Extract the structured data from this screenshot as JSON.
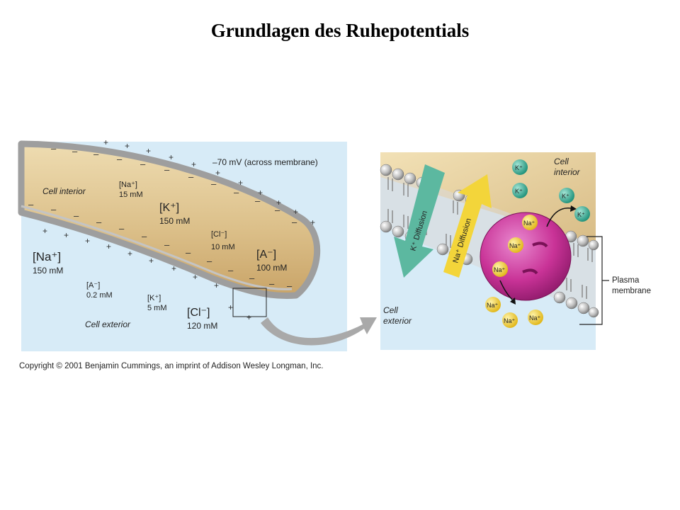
{
  "title": "Grundlagen des Ruhepotentials",
  "left_panel": {
    "membrane_potential": "–70 mV (across membrane)",
    "cell_interior": "Cell interior",
    "cell_exterior": "Cell exterior",
    "inside": {
      "na": {
        "ion": "[Na⁺]",
        "conc": "15 mM"
      },
      "k": {
        "ion": "[K⁺]",
        "conc": "150 mM"
      },
      "cl": {
        "ion": "[Cl⁻]",
        "conc": "10 mM"
      },
      "a": {
        "ion": "[A⁻]",
        "conc": "100 mM"
      }
    },
    "outside": {
      "na": {
        "ion": "[Na⁺]",
        "conc": "150 mM"
      },
      "a": {
        "ion": "[A⁻]",
        "conc": "0.2 mM"
      },
      "k": {
        "ion": "[K⁺]",
        "conc": "5 mM"
      },
      "cl": {
        "ion": "[Cl⁻]",
        "conc": "120 mM"
      }
    }
  },
  "right_panel": {
    "cell_interior_line1": "Cell",
    "cell_interior_line2": "interior",
    "cell_exterior_line1": "Cell",
    "cell_exterior_line2": "exterior",
    "plasma_membrane_line1": "Plasma",
    "plasma_membrane_line2": "membrane",
    "k_diffusion": "K⁺ Diffusion",
    "na_diffusion": "Na⁺ Diffusion",
    "k_ion": "K⁺",
    "na_ion": "Na⁺"
  },
  "copyright": "Copyright © 2001 Benjamin Cummings, an imprint of Addison Wesley Longman, Inc.",
  "colors": {
    "exterior_fluid": "#d7ebf7",
    "axon_interior": "#e2c892",
    "membrane": "#b0b0b0",
    "k_arrow": "#5cb8a0",
    "na_arrow": "#f3d53a",
    "pump": "#c2308e",
    "k_ion": "#2aa58e",
    "na_ion": "#f2cd2e"
  }
}
